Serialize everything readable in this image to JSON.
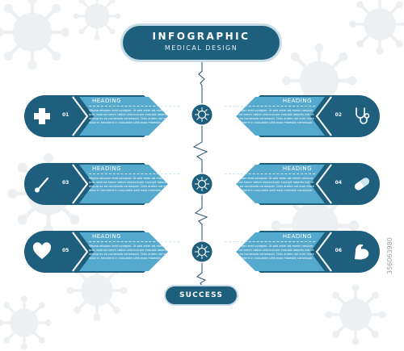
{
  "title": {
    "main": "INFOGRAPHIC",
    "sub": "MEDICAL DESIGN"
  },
  "success_label": "SUCCESS",
  "watermark": "356063980",
  "colors": {
    "dark_blue": "#1f5f7e",
    "light_blue": "#54a9cc",
    "pale_blue": "#c9dde7",
    "line": "#1f4f6a"
  },
  "steps": [
    {
      "number": "01",
      "heading": "HEADING",
      "icon": "medical-cross-icon",
      "side": "left",
      "text": "Magna aliquam erat volutpat. Ut wisi enim ad minim veniam, quis nostrud exerci tation ullamcorper suscipit lobortis nisl ut aliquip ex ea commodo consequat. Duis autem vel eum iriure dolor in hendrerit in vulputate velit esse molestie consequat"
    },
    {
      "number": "02",
      "heading": "HEADING",
      "icon": "stethoscope-icon",
      "side": "right",
      "text": "Magna aliquam erat volutpat. Ut wisi enim ad minim veniam, quis nostrud exerci tation ullamcorper suscipit lobortis nisl ut aliquip ex ea commodo consequat. Duis autem vel eum iriure dolor in hendrerit in vulputate velit esse molestie consequat"
    },
    {
      "number": "03",
      "heading": "HEADING",
      "icon": "thermometer-icon",
      "side": "left",
      "text": "Magna aliquam erat volutpat. Ut wisi enim ad minim veniam, quis nostrud exerci tation ullamcorper suscipit lobortis nisl ut aliquip ex ea commodo consequat. Duis autem vel eum iriure dolor in hendrerit in vulputate velit esse molestie consequat"
    },
    {
      "number": "04",
      "heading": "HEADING",
      "icon": "pill-capsule-icon",
      "side": "right",
      "text": "Magna aliquam erat volutpat. Ut wisi enim ad minim veniam, quis nostrud exerci tation ullamcorper suscipit lobortis nisl ut aliquip ex ea commodo consequat. Duis autem vel eum iriure dolor in hendrerit in vulputate velit esse molestie consequat"
    },
    {
      "number": "05",
      "heading": "HEADING",
      "icon": "heart-icon",
      "side": "left",
      "text": "Magna aliquam erat volutpat. Ut wisi enim ad minim veniam, quis nostrud exerci tation ullamcorper suscipit lobortis nisl ut aliquip ex ea commodo consequat. Duis autem vel eum iriure dolor in hendrerit in vulputate velit esse molestie consequat"
    },
    {
      "number": "06",
      "heading": "HEADING",
      "icon": "muscle-arm-icon",
      "side": "right",
      "text": "Magna aliquam erat volutpat. Ut wisi enim ad minim veniam, quis nostrud exerci tation ullamcorper suscipit lobortis nisl ut aliquip ex ea commodo consequat. Duis autem vel eum iriure dolor in hendrerit in vulputate velit esse molestie consequat"
    }
  ]
}
